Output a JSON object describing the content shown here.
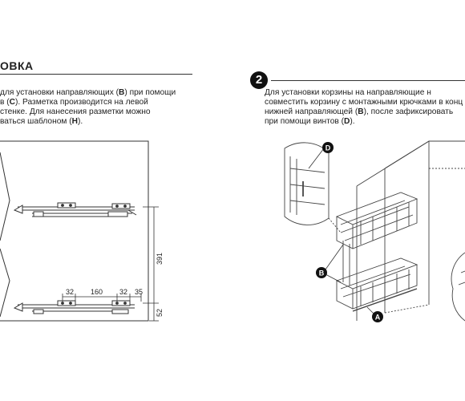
{
  "left": {
    "heading": "ОВКА",
    "lines": [
      [
        "для установки направляющих (",
        "B",
        ") при помощи"
      ],
      [
        "в (",
        "C",
        "). Разметка производится на левой"
      ],
      [
        "стенке. Для нанесения разметки можно"
      ],
      [
        "ваться шаблоном (",
        "H",
        ")."
      ]
    ]
  },
  "right": {
    "step_number": "2",
    "lines": [
      [
        "Для установки корзины на направляющие н"
      ],
      [
        "совместить корзину с монтажными крючками в конц"
      ],
      [
        "нижней направляющей (",
        "B",
        "), после зафиксировать"
      ],
      [
        "при помощи винтов (",
        "D",
        ")."
      ]
    ]
  },
  "dimensions": {
    "height_391": "391",
    "bottom_52": "52",
    "d32_a": "32",
    "d160": "160",
    "d32_b": "32",
    "d35": "35"
  },
  "callouts": {
    "d": "D",
    "b": "B",
    "a": "A"
  }
}
